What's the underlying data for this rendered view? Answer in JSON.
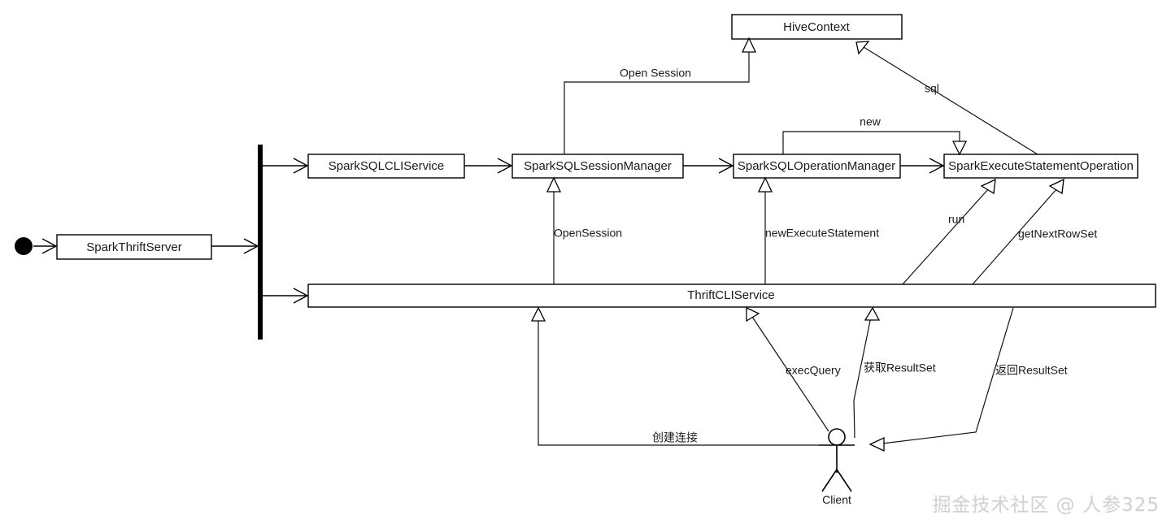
{
  "diagram": {
    "title": "Spark Thrift Server architecture flow",
    "colors": {
      "stroke": "#000000",
      "fill": "#ffffff",
      "text": "#1a1a1a",
      "watermark": "#d2d2d2"
    },
    "nodes": {
      "start": {
        "label": "",
        "kind": "initial-node"
      },
      "spark_thrift_server": {
        "label": "SparkThriftServer"
      },
      "fork": {
        "label": "",
        "kind": "fork-bar"
      },
      "spark_sql_cli_service": {
        "label": "SparkSQLCLIService"
      },
      "spark_sql_session_manager": {
        "label": "SparkSQLSessionManager"
      },
      "spark_sql_operation_manager": {
        "label": "SparkSQLOperationManager"
      },
      "spark_execute_statement_operation": {
        "label": "SparkExecuteStatementOperation"
      },
      "hive_context": {
        "label": "HiveContext"
      },
      "thrift_cli_service": {
        "label": "ThriftCLIService"
      },
      "client": {
        "label": "Client",
        "kind": "actor"
      }
    },
    "edges": [
      {
        "id": "open-session",
        "label": "Open Session",
        "from": "spark_sql_session_manager",
        "to": "hive_context"
      },
      {
        "id": "sql",
        "label": "sql",
        "from": "spark_execute_statement_operation",
        "to": "hive_context"
      },
      {
        "id": "new",
        "label": "new",
        "from": "spark_sql_operation_manager",
        "to": "spark_execute_statement_operation"
      },
      {
        "id": "open-session-2",
        "label": "OpenSession",
        "from": "thrift_cli_service",
        "to": "spark_sql_session_manager"
      },
      {
        "id": "new-execute-statement",
        "label": "newExecuteStatement",
        "from": "thrift_cli_service",
        "to": "spark_sql_operation_manager"
      },
      {
        "id": "run",
        "label": "run",
        "from": "thrift_cli_service",
        "to": "spark_execute_statement_operation"
      },
      {
        "id": "get-next-row-set",
        "label": "getNextRowSet",
        "from": "thrift_cli_service",
        "to": "spark_execute_statement_operation"
      },
      {
        "id": "exec-query",
        "label": "execQuery",
        "from": "client",
        "to": "thrift_cli_service"
      },
      {
        "id": "fetch-result-set",
        "label": "获取ResultSet",
        "from": "client",
        "to": "thrift_cli_service"
      },
      {
        "id": "return-result-set",
        "label": "返回ResultSet",
        "from": "thrift_cli_service",
        "to": "client"
      },
      {
        "id": "create-connection",
        "label": "创建连接",
        "from": "client",
        "to": "thrift_cli_service"
      }
    ]
  },
  "watermark": {
    "text": "掘金技术社区 @ 人参325"
  }
}
